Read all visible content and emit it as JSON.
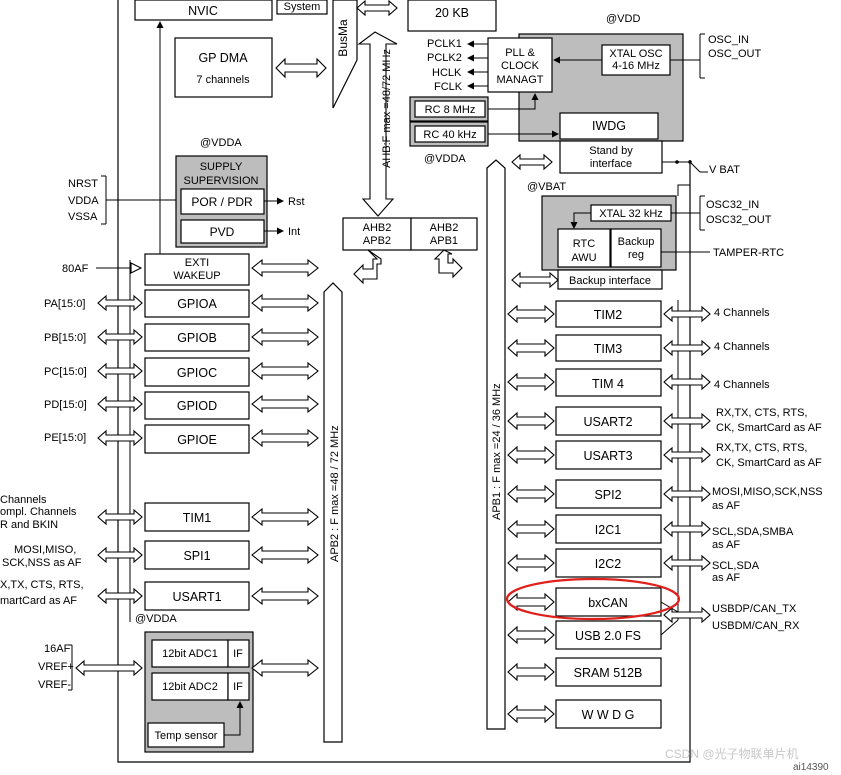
{
  "blocks": {
    "nvic": "NVIC",
    "system": "System",
    "busmatrix": "BusMa",
    "sram_top": "20 KB",
    "gp_dma": [
      "GP DMA",
      "7 channels"
    ],
    "pll": [
      "PLL &",
      "CLOCK",
      "MANAGT"
    ],
    "xtal_osc": [
      "XTAL OSC",
      "4-16 MHz"
    ],
    "rc8": "RC 8 MHz",
    "rc40": "RC 40 kHz",
    "iwdg": "IWDG",
    "standby": [
      "Stand by",
      "interface"
    ],
    "supply": [
      "SUPPLY",
      "SUPERVISION"
    ],
    "por": "POR / PDR",
    "pvd": "PVD",
    "ahb2apb2": [
      "AHB2",
      "APB2"
    ],
    "ahb2apb1": [
      "AHB2",
      "APB1"
    ],
    "xtal32": "XTAL 32 kHz",
    "rtc": [
      "RTC",
      "AWU"
    ],
    "backup_reg": [
      "Backup",
      "reg"
    ],
    "backup_if": "Backup interface",
    "exti": [
      "EXTI",
      "WAKEUP"
    ],
    "gpioa": "GPIOA",
    "gpiob": "GPIOB",
    "gpioc": "GPIOC",
    "gpiod": "GPIOD",
    "gpioe": "GPIOE",
    "tim1": "TIM1",
    "spi1": "SPI1",
    "usart1": "USART1",
    "adc1": "12bit ADC1",
    "adc2": "12bit ADC2",
    "if1": "IF",
    "if2": "IF",
    "temp": "Temp sensor",
    "tim2": "TIM2",
    "tim3": "TIM3",
    "tim4": "TIM 4",
    "usart2": "USART2",
    "usart3": "USART3",
    "spi2": "SPI2",
    "i2c1": "I2C1",
    "i2c2": "I2C2",
    "bxcan": "bxCAN",
    "usb": "USB 2.0 FS",
    "sram512": "SRAM 512B",
    "wwdg": "W W D G"
  },
  "buses": {
    "ahb": "AHB:F max =48/72 MHz",
    "apb2": "APB2 : F max =48 / 72 MHz",
    "apb1": "APB1 : F max =24 / 36 MHz"
  },
  "power": {
    "vdd": "@VDD",
    "vdda_supply": "@VDDA",
    "vdda_clock": "@VDDA",
    "vbat": "@VBAT",
    "vdda_adc": "@VDDA",
    "vbat_pin": "V BAT"
  },
  "clocks": [
    "PCLK1",
    "PCLK2",
    "HCLK",
    "FCLK"
  ],
  "signals": {
    "rst": "Rst",
    "int": "Int",
    "osc_in": "OSC_IN",
    "osc_out": "OSC_OUT",
    "osc32_in": "OSC32_IN",
    "osc32_out": "OSC32_OUT",
    "tamper": "TAMPER-RTC"
  },
  "left_pins": {
    "nrst": "NRST",
    "vdda": "VDDA",
    "vssa": "VSSA",
    "af80": "80AF",
    "pa": "PA[15:0]",
    "pb": "PB[15:0]",
    "pc": "PC[15:0]",
    "pd": "PD[15:0]",
    "pe": "PE[15:0]",
    "tim1_af": [
      "Channels",
      "ompl. Channels",
      "R and BKIN"
    ],
    "spi1_af": [
      "MOSI,MISO,",
      "SCK,NSS as AF"
    ],
    "usart1_af": [
      "X,TX, CTS, RTS,",
      "martCard as AF"
    ],
    "af16": "16AF",
    "vref_plus": "VREF+",
    "vref_minus": "VREF-"
  },
  "right_pins": {
    "tim2_ch": "4 Channels",
    "tim3_ch": "4 Channels",
    "tim4_ch": "4 Channels",
    "usart2_af": [
      "RX,TX, CTS, RTS,",
      "CK, SmartCard as AF"
    ],
    "usart3_af": [
      "RX,TX, CTS, RTS,",
      "CK, SmartCard as AF"
    ],
    "spi2_af": "MOSI,MISO,SCK,NSS",
    "spi2_af2": "as AF",
    "i2c1_af": [
      "SCL,SDA,SMBA",
      "as AF"
    ],
    "i2c2_af": [
      "SCL,SDA",
      "as AF"
    ],
    "can_af": [
      "USBDP/CAN_TX",
      "USBDM/CAN_RX"
    ]
  },
  "watermark": "CSDN @光子物联单片机",
  "figure_id": "ai14390"
}
